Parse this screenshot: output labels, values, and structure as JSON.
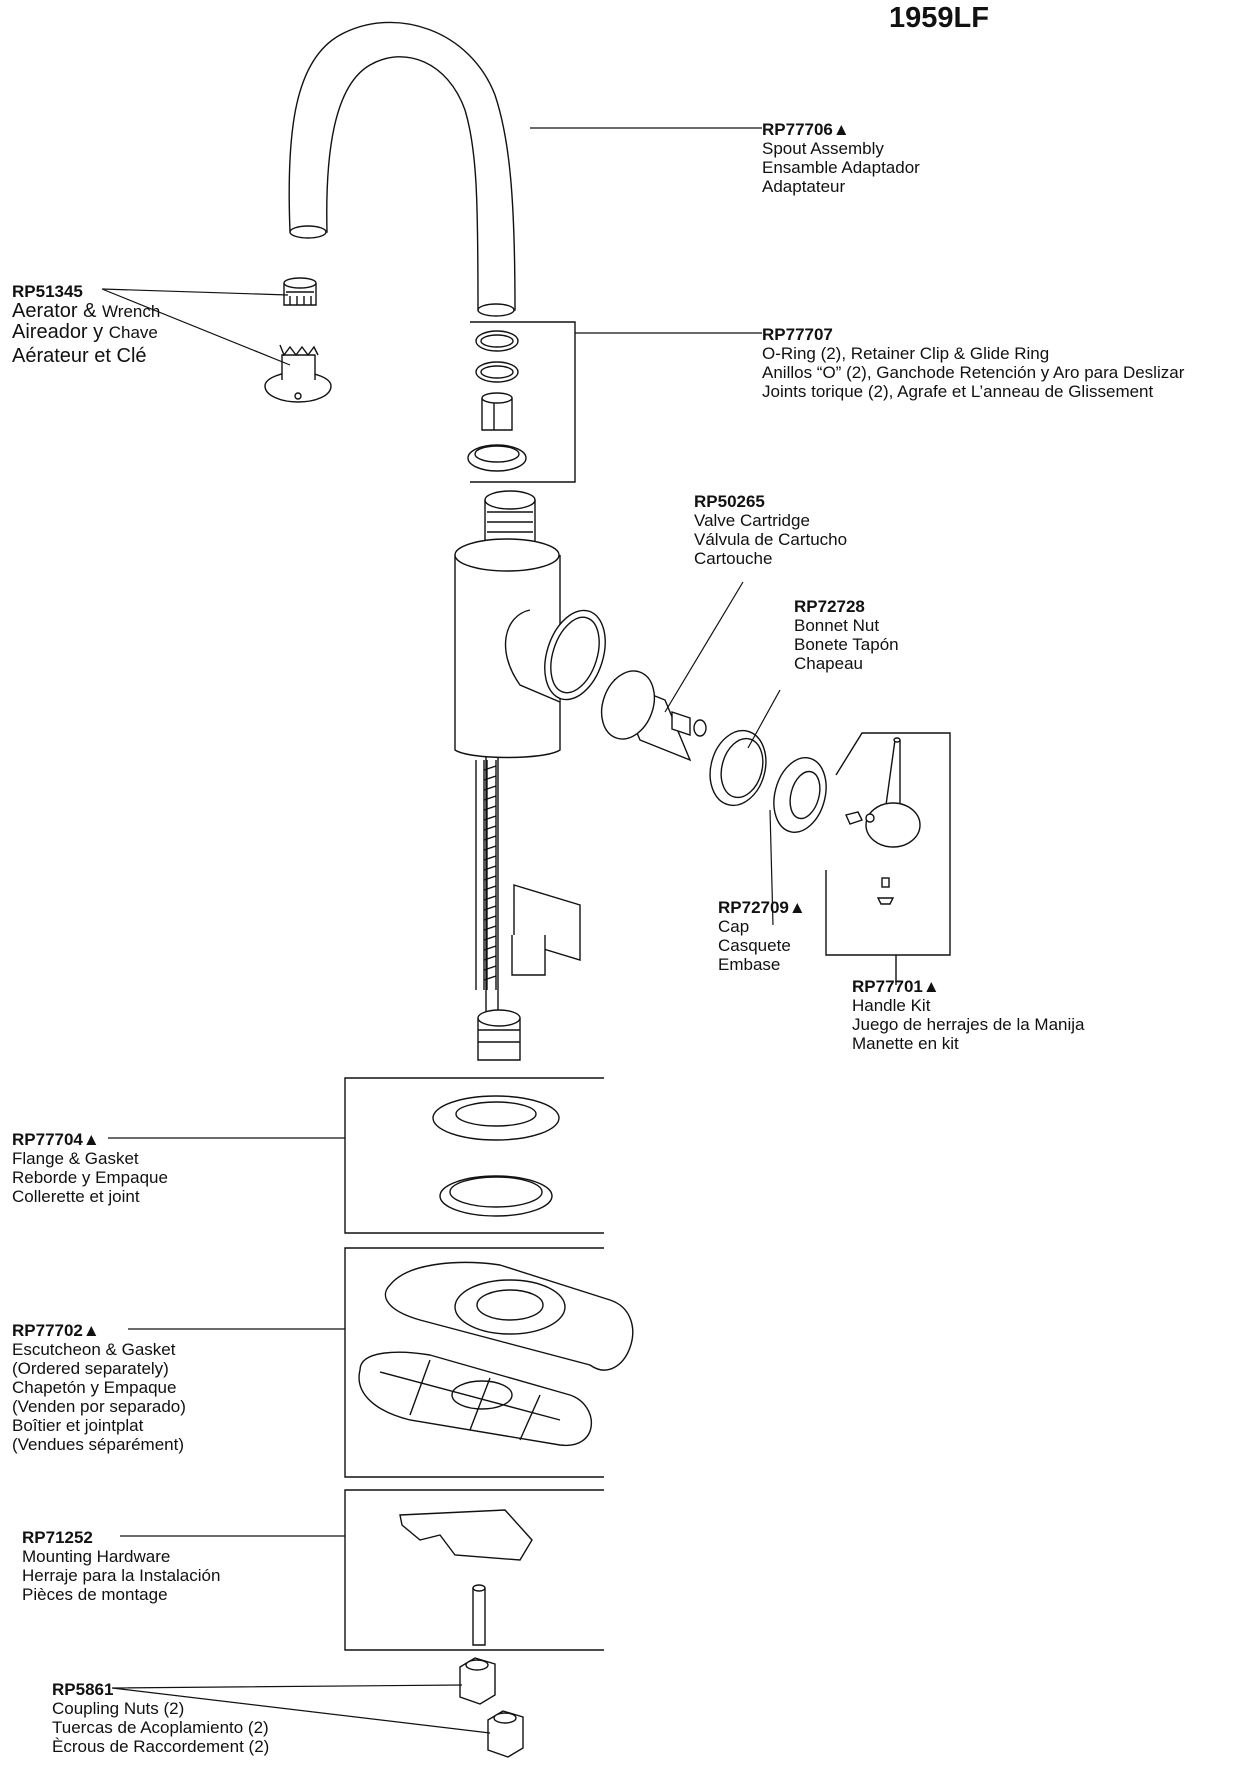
{
  "model": "1959LF",
  "parts": {
    "spout": {
      "pn": "RP77706▲",
      "lines": [
        "Spout Assembly",
        "Ensamble Adaptador",
        "Adaptateur"
      ]
    },
    "oring": {
      "pn": "RP77707",
      "lines": [
        "O-Ring (2), Retainer Clip & Glide Ring",
        "Anillos “O” (2), Ganchode Retención y Aro para Deslizar",
        "Joints torique (2), Agrafe et L’anneau de Glissement"
      ]
    },
    "aerator": {
      "pn": "RP51345",
      "l1a": "Aerator &",
      "l1b": "Wrench",
      "l2a": "Aireador y",
      "l2b": "Chave",
      "l3": "Aérateur et Clé"
    },
    "cartridge": {
      "pn": "RP50265",
      "lines": [
        "Valve Cartridge",
        "Válvula de Cartucho",
        "Cartouche"
      ]
    },
    "bonnet": {
      "pn": "RP72728",
      "lines": [
        "Bonnet Nut",
        "Bonete Tapón",
        "Chapeau"
      ]
    },
    "cap": {
      "pn": "RP72709▲",
      "lines": [
        "Cap",
        "Casquete",
        "Embase"
      ]
    },
    "handle": {
      "pn": "RP77701▲",
      "lines": [
        "Handle Kit",
        "Juego de herrajes de la Manija",
        "Manette en kit"
      ]
    },
    "flange": {
      "pn": "RP77704▲",
      "lines": [
        "Flange & Gasket",
        "Reborde y Empaque",
        "Collerette et joint"
      ]
    },
    "escutcheon": {
      "pn": "RP77702▲",
      "lines": [
        "Escutcheon & Gasket",
        "(Ordered separately)",
        "Chapetón y Empaque",
        "(Venden por separado)",
        "Boîtier et jointplat",
        "(Vendues séparément)"
      ]
    },
    "mounting": {
      "pn": "RP71252",
      "lines": [
        "Mounting Hardware",
        "Herraje para la Instalación",
        "Pièces de montage"
      ]
    },
    "nuts": {
      "pn": "RP5861",
      "lines": [
        "Coupling Nuts (2)",
        "Tuercas de Acoplamiento (2)",
        "Ècrous de Raccordement (2)"
      ]
    }
  }
}
